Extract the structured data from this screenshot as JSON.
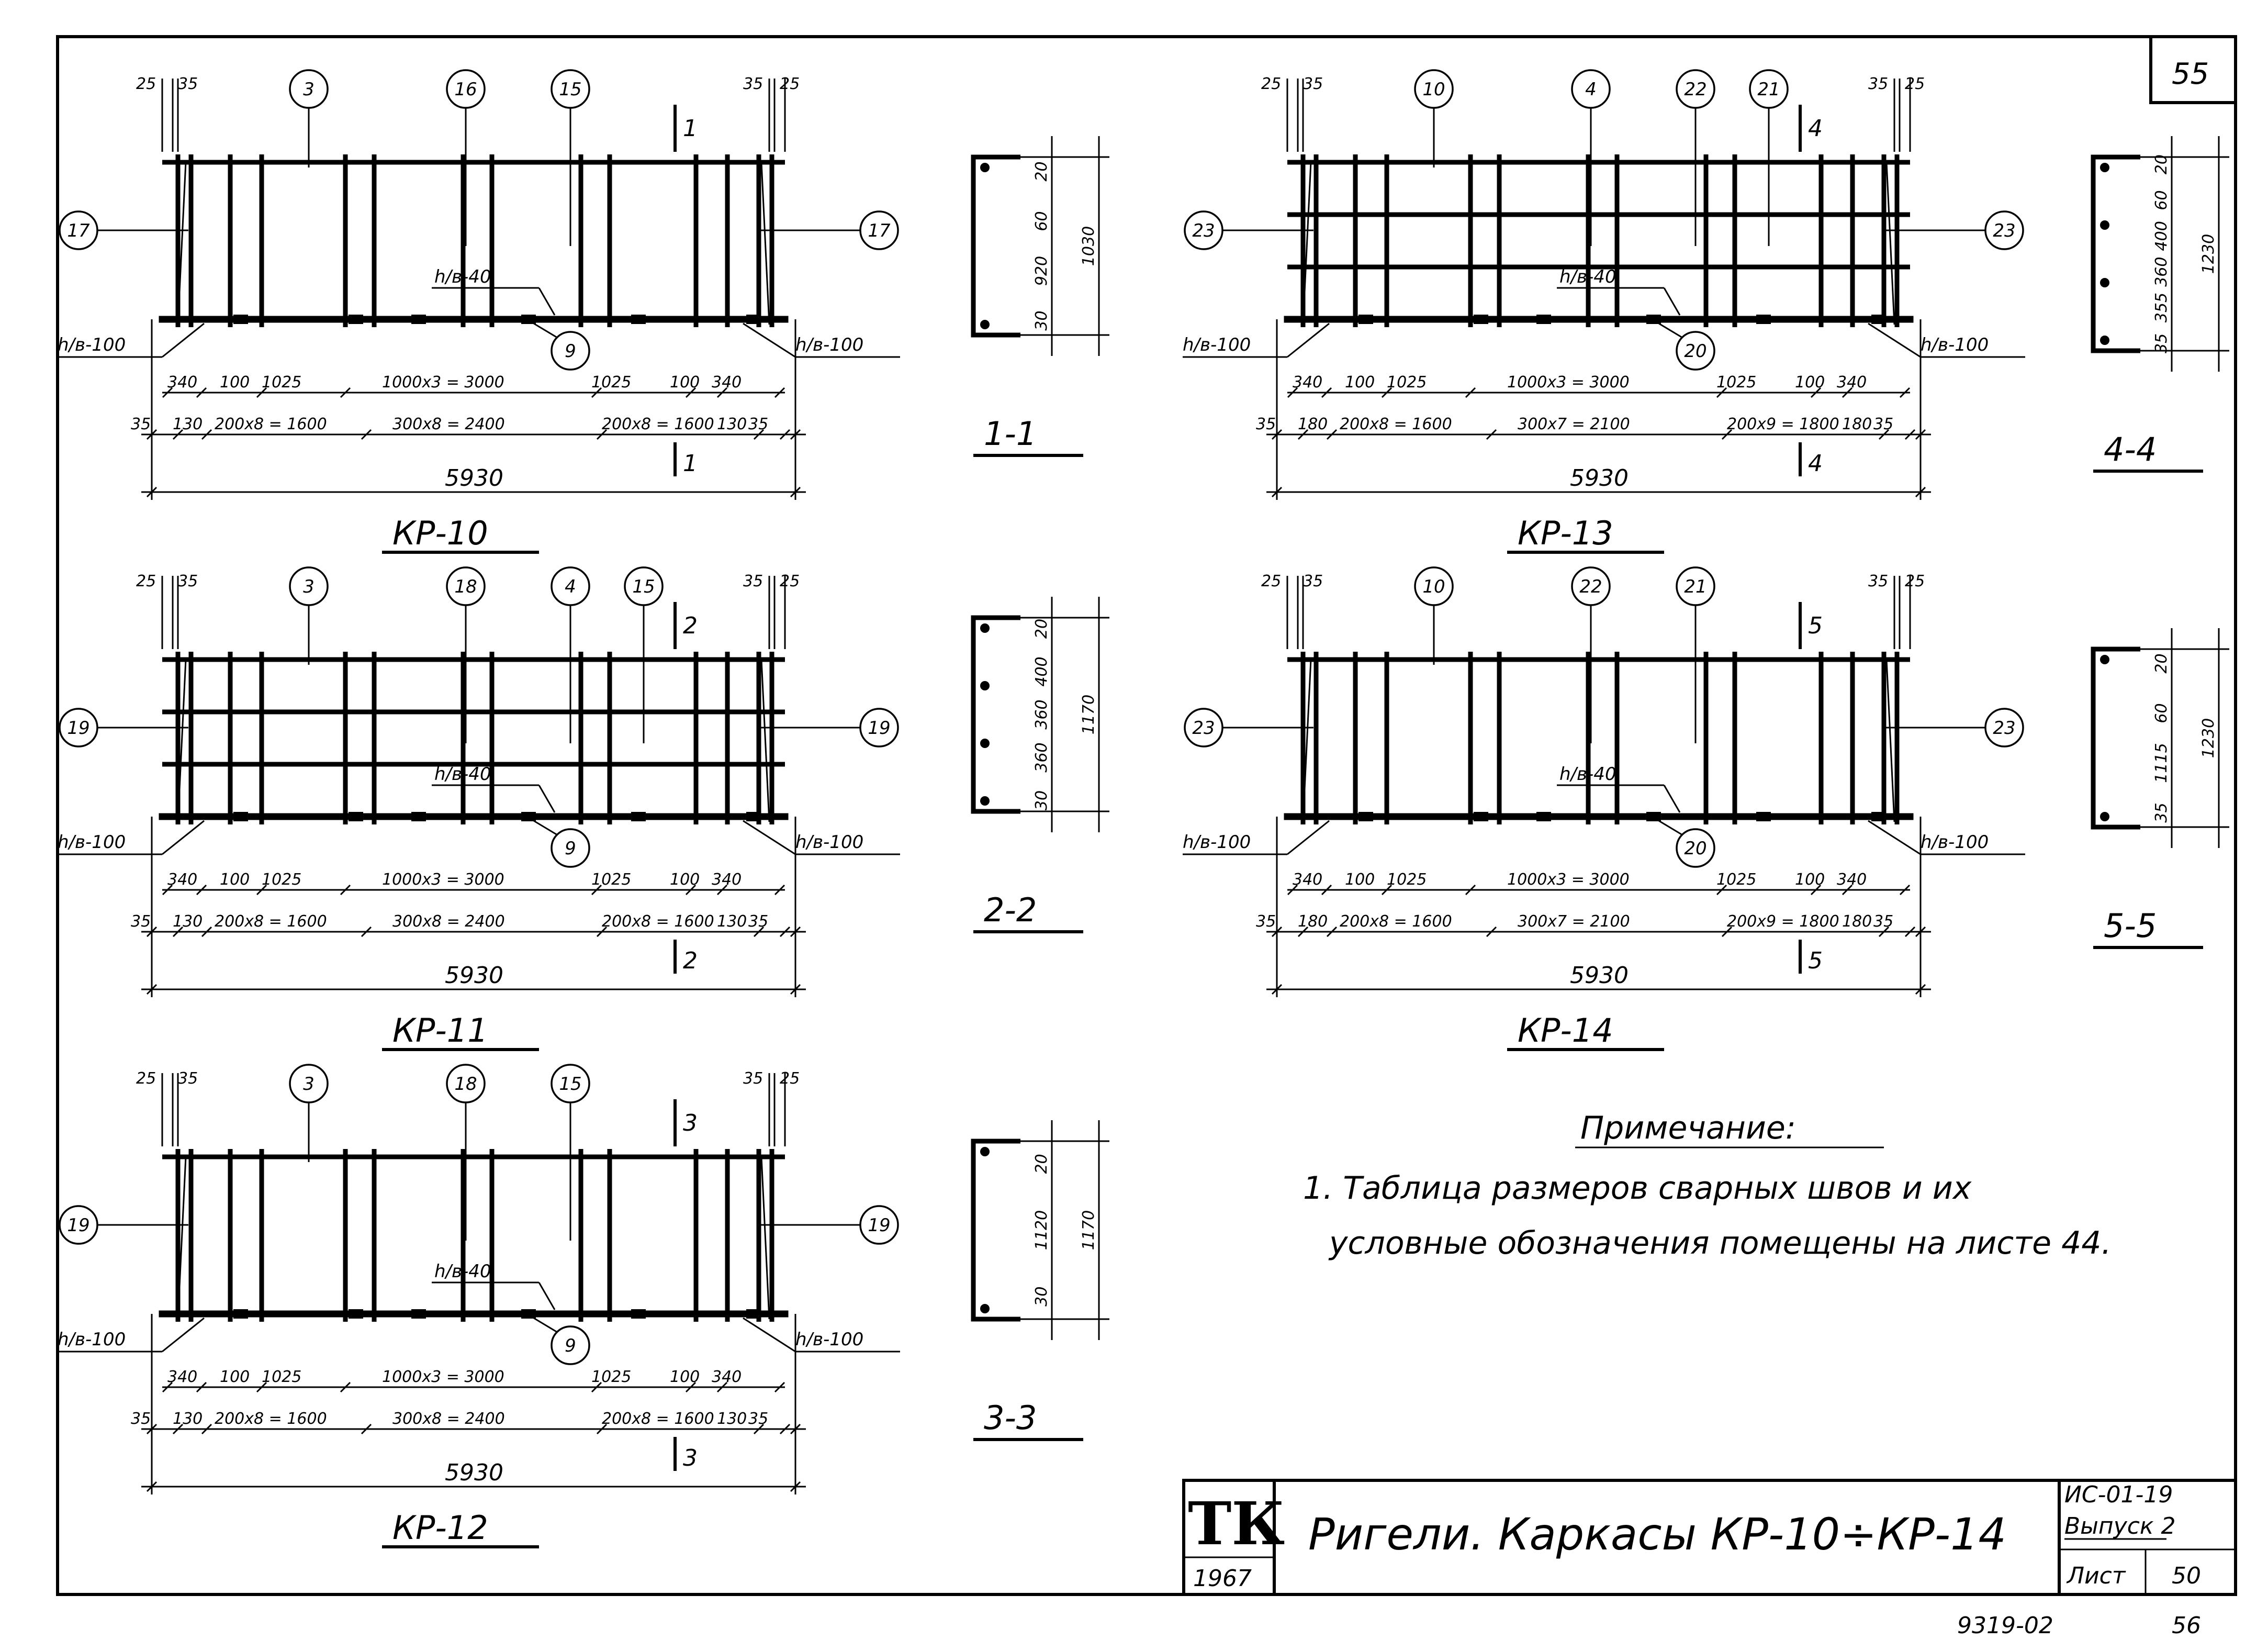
{
  "corner_number": "55",
  "drawings": [
    {
      "title": "КР-10",
      "cut": "1",
      "section": "1-1",
      "callouts_top": [
        "3",
        "16",
        "15"
      ],
      "callout_side": "17",
      "callout_bottom": "9",
      "weld_label": "h/в-40",
      "dims_top_left": [
        "25",
        "35"
      ],
      "dims_top_right": [
        "35",
        "25"
      ],
      "end_weld": "h/в-100",
      "dim_row1": [
        "340",
        "100",
        "1025",
        "1000x3 = 3000",
        "1025",
        "100",
        "340"
      ],
      "dim_row2": [
        "35",
        "130",
        "200x8 = 1600",
        "300x8 = 2400",
        "200x8 = 1600",
        "130",
        "35"
      ],
      "overall": "5930",
      "section_dims_inner": [
        "20",
        "60",
        "920",
        "30"
      ],
      "section_dims_outer": [
        "1030"
      ]
    },
    {
      "title": "КР-11",
      "cut": "2",
      "section": "2-2",
      "callouts_top": [
        "3",
        "18",
        "4",
        "15"
      ],
      "callout_side": "19",
      "callout_bottom": "9",
      "weld_label": "h/в-40",
      "dims_top_left": [
        "25",
        "35"
      ],
      "dims_top_right": [
        "35",
        "25"
      ],
      "end_weld": "h/в-100",
      "dim_row1": [
        "340",
        "100",
        "1025",
        "1000x3 = 3000",
        "1025",
        "100",
        "340"
      ],
      "dim_row2": [
        "35",
        "130",
        "200x8 = 1600",
        "300x8 = 2400",
        "200x8 = 1600",
        "130",
        "35"
      ],
      "overall": "5930",
      "section_dims_inner": [
        "20",
        "400",
        "360",
        "360",
        "30"
      ],
      "section_dims_outer": [
        "1170"
      ]
    },
    {
      "title": "КР-12",
      "cut": "3",
      "section": "3-3",
      "callouts_top": [
        "3",
        "18",
        "15"
      ],
      "callout_side": "19",
      "callout_bottom": "9",
      "weld_label": "h/в-40",
      "dims_top_left": [
        "25",
        "35"
      ],
      "dims_top_right": [
        "35",
        "25"
      ],
      "end_weld": "h/в-100",
      "dim_row1": [
        "340",
        "100",
        "1025",
        "1000x3 = 3000",
        "1025",
        "100",
        "340"
      ],
      "dim_row2": [
        "35",
        "130",
        "200x8 = 1600",
        "300x8 = 2400",
        "200x8 = 1600",
        "130",
        "35"
      ],
      "overall": "5930",
      "section_dims_inner": [
        "20",
        "1120",
        "30"
      ],
      "section_dims_outer": [
        "1170"
      ]
    },
    {
      "title": "КР-13",
      "cut": "4",
      "section": "4-4",
      "callouts_top": [
        "10",
        "4",
        "22",
        "21"
      ],
      "callout_side": "23",
      "callout_bottom": "20",
      "weld_label": "h/в-40",
      "dims_top_left": [
        "25",
        "35"
      ],
      "dims_top_right": [
        "35",
        "25"
      ],
      "end_weld": "h/в-100",
      "dim_row1": [
        "340",
        "100",
        "1025",
        "1000x3 = 3000",
        "1025",
        "100",
        "340"
      ],
      "dim_row2": [
        "35",
        "180",
        "200x8 = 1600",
        "300x7 = 2100",
        "200x9 = 1800",
        "180",
        "35"
      ],
      "overall": "5930",
      "section_dims_inner": [
        "20",
        "60",
        "400",
        "360",
        "355",
        "35"
      ],
      "section_dims_outer": [
        "1230"
      ]
    },
    {
      "title": "КР-14",
      "cut": "5",
      "section": "5-5",
      "callouts_top": [
        "10",
        "22",
        "21"
      ],
      "callout_side": "23",
      "callout_bottom": "20",
      "weld_label": "h/в-40",
      "dims_top_left": [
        "25",
        "35"
      ],
      "dims_top_right": [
        "35",
        "25"
      ],
      "end_weld": "h/в-100",
      "dim_row1": [
        "340",
        "100",
        "1025",
        "1000x3 = 3000",
        "1025",
        "100",
        "340"
      ],
      "dim_row2": [
        "35",
        "180",
        "200x8 = 1600",
        "300x7 = 2100",
        "200x9 = 1800",
        "180",
        "35"
      ],
      "overall": "5930",
      "section_dims_inner": [
        "20",
        "60",
        "1115",
        "35"
      ],
      "section_dims_outer": [
        "1230"
      ]
    }
  ],
  "note": {
    "heading": "Примечание:",
    "line1": "1. Таблица размеров сварных швов и их",
    "line2": "условные обозначения помещены на листе 44."
  },
  "title_block": {
    "logo": "ТК",
    "year": "1967",
    "title": "Ригели. Каркасы КР-10÷КР-14",
    "series": "ИС-01-19",
    "issue": "Выпуск 2",
    "sheet_label": "Лист",
    "sheet_no": "50"
  },
  "footer": {
    "code": "9319-02",
    "page": "56"
  }
}
